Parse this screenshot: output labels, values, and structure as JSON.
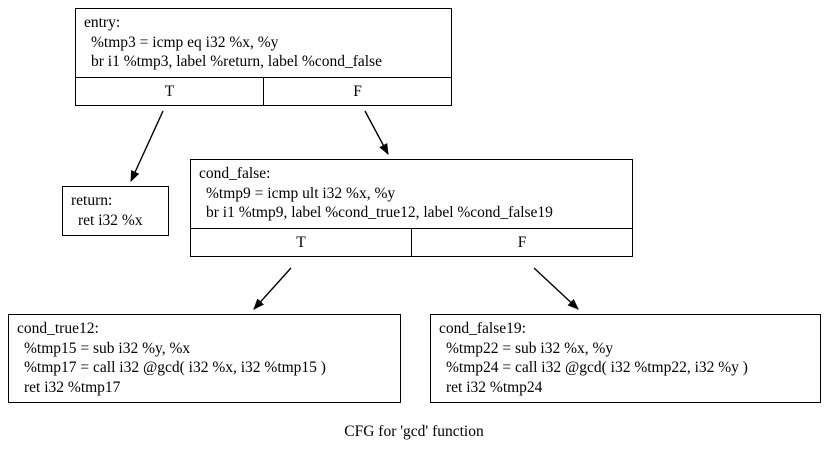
{
  "graph": {
    "caption": "CFG for 'gcd' function",
    "background": "#ffffff",
    "line_color": "#000000"
  },
  "nodes": {
    "entry": {
      "label": "entry:",
      "lines": [
        "%tmp3 = icmp eq i32 %x, %y",
        "br i1 %tmp3, label %return, label %cond_false"
      ],
      "ports": {
        "true": "T",
        "false": "F"
      }
    },
    "return": {
      "label": "return:",
      "lines": [
        "ret i32 %x"
      ]
    },
    "cond_false": {
      "label": "cond_false:",
      "lines": [
        "%tmp9 = icmp ult i32 %x, %y",
        "br i1 %tmp9, label %cond_true12, label %cond_false19"
      ],
      "ports": {
        "true": "T",
        "false": "F"
      }
    },
    "cond_true12": {
      "label": "cond_true12:",
      "lines": [
        "%tmp15 = sub i32 %y, %x",
        "%tmp17 = call i32 @gcd( i32 %x, i32 %tmp15 )",
        "ret i32 %tmp17"
      ]
    },
    "cond_false19": {
      "label": "cond_false19:",
      "lines": [
        "%tmp22 = sub i32 %x, %y",
        "%tmp24 = call i32 @gcd( i32 %tmp22, i32 %y )",
        "ret i32 %tmp24"
      ]
    }
  },
  "edges": [
    {
      "from": "entry:T",
      "to": "return"
    },
    {
      "from": "entry:F",
      "to": "cond_false"
    },
    {
      "from": "cond_false:T",
      "to": "cond_true12"
    },
    {
      "from": "cond_false:F",
      "to": "cond_false19"
    }
  ]
}
